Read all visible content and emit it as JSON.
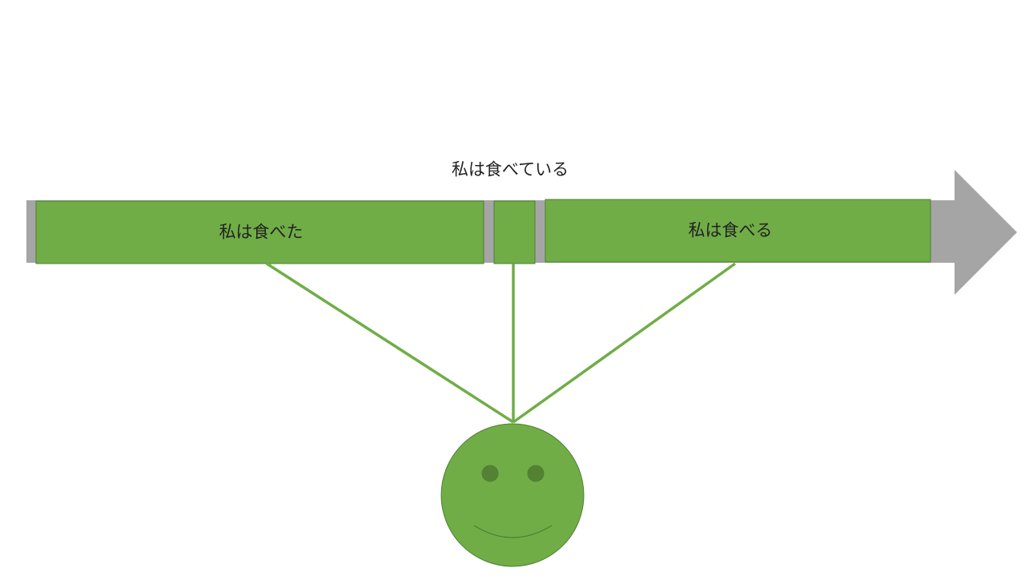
{
  "diagram": {
    "labels": {
      "present_progressive": "私は食べている",
      "past": "私は食べた",
      "future": "私は食べる"
    },
    "colors": {
      "timeline_arrow": "#a5a5a5",
      "segment_fill": "#70ad47",
      "segment_border": "#507e32",
      "connector_line": "#70ad47",
      "face_fill": "#70ad47",
      "face_eyes": "#548235",
      "text": "#222222"
    },
    "observer": {
      "icon": "smiley-face-icon"
    }
  }
}
